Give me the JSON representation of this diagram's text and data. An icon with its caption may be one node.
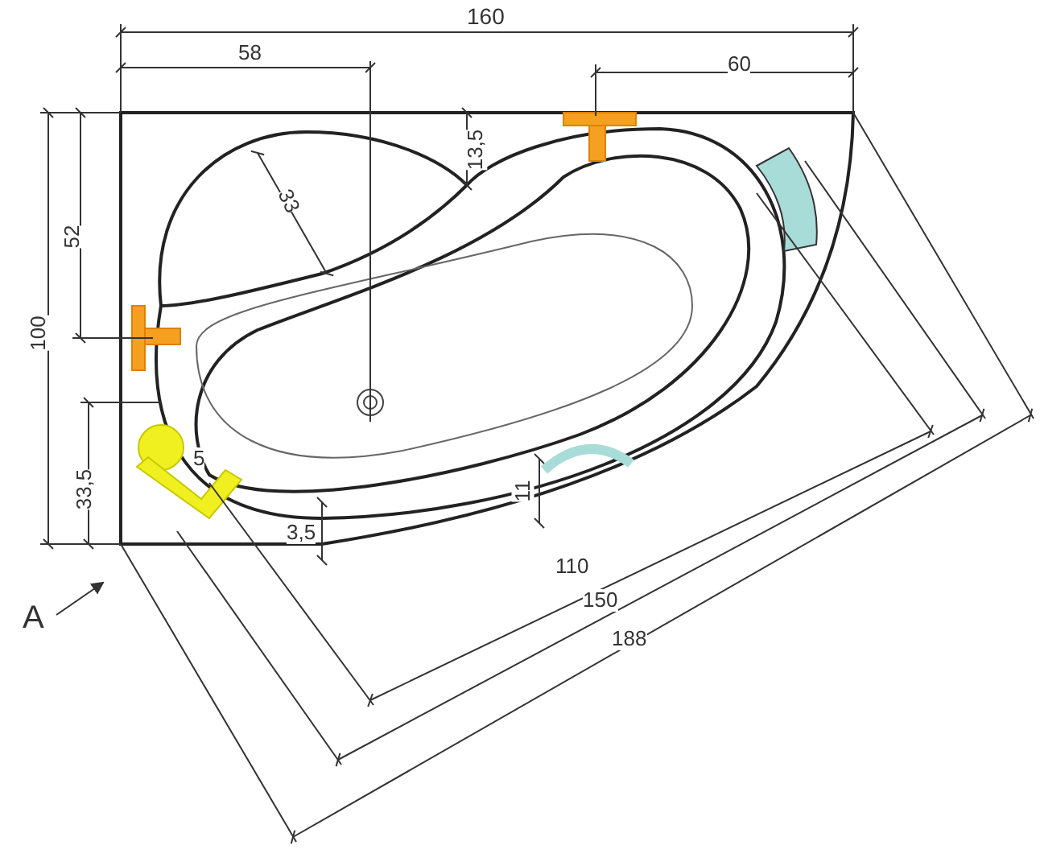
{
  "diagram": {
    "labels": [
      "160",
      "58",
      "60",
      "13,5",
      "33",
      "52",
      "100",
      "5",
      "33,5",
      "3,5",
      "11",
      "110",
      "A",
      "150",
      "188"
    ]
  }
}
